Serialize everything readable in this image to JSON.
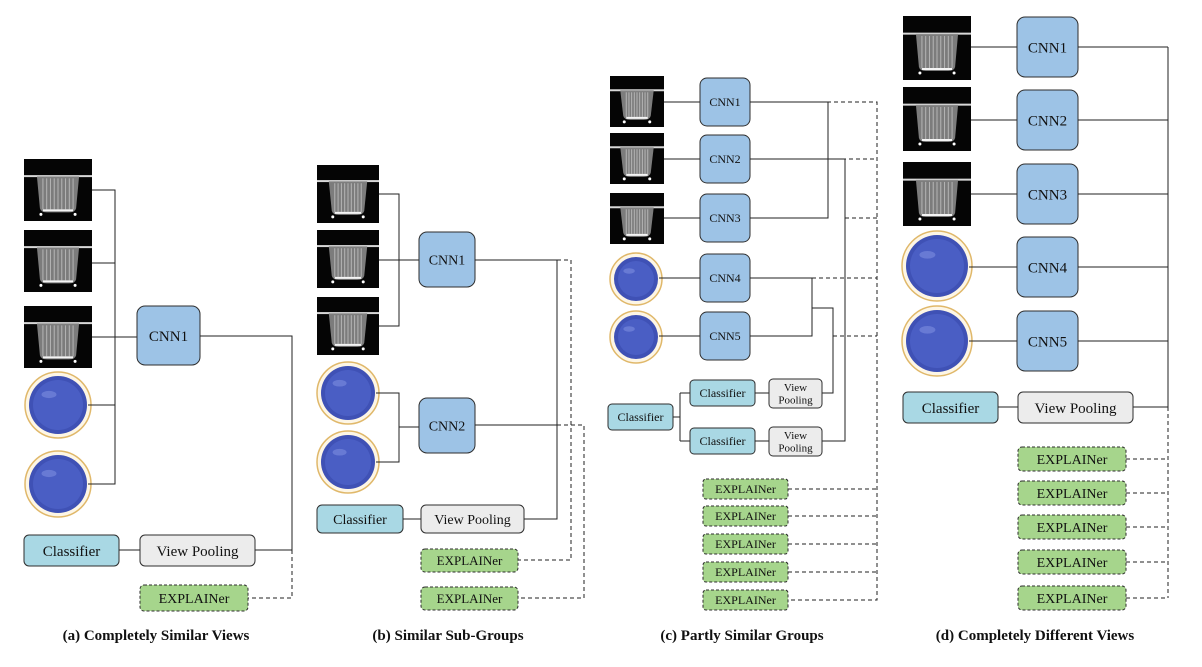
{
  "panels": [
    {
      "caption": "(a) Completely Similar Views",
      "cnns": [
        "CNN1"
      ],
      "classifiers": [
        "Classifier"
      ],
      "poolings": [
        "View Pooling"
      ],
      "explainers": [
        "EXPLAINer"
      ]
    },
    {
      "caption": "(b) Similar Sub-Groups",
      "cnns": [
        "CNN1",
        "CNN2"
      ],
      "classifiers": [
        "Classifier"
      ],
      "poolings": [
        "View Pooling"
      ],
      "explainers": [
        "EXPLAINer",
        "EXPLAINer"
      ]
    },
    {
      "caption": "(c) Partly Similar Groups",
      "cnns": [
        "CNN1",
        "CNN2",
        "CNN3",
        "CNN4",
        "CNN5"
      ],
      "classifiers": [
        "Classifier",
        "Classifier",
        "Classifier"
      ],
      "poolings": [
        "View\nPooling",
        "View\nPooling"
      ],
      "explainers": [
        "EXPLAINer",
        "EXPLAINer",
        "EXPLAINer",
        "EXPLAINer",
        "EXPLAINer"
      ]
    },
    {
      "caption": "(d) Completely Different Views",
      "cnns": [
        "CNN1",
        "CNN2",
        "CNN3",
        "CNN4",
        "CNN5"
      ],
      "classifiers": [
        "Classifier"
      ],
      "poolings": [
        "View Pooling"
      ],
      "explainers": [
        "EXPLAINer",
        "EXPLAINer",
        "EXPLAINer",
        "EXPLAINer",
        "EXPLAINer"
      ]
    }
  ]
}
